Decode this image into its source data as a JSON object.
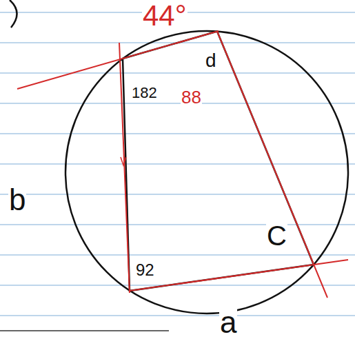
{
  "diagram": {
    "labels": [
      "44°",
      "d",
      "182",
      "88",
      "b",
      "C",
      "92",
      "a"
    ]
  }
}
